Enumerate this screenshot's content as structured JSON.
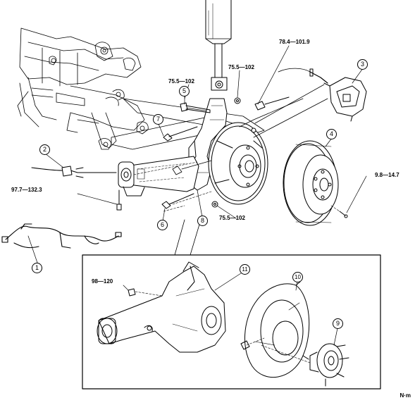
{
  "torques": {
    "t_78_4": "78.4—101.9",
    "t_75_5_a": "75.5—102",
    "t_75_5_b": "75.5—102",
    "t_75_5_c": "75.5—102",
    "t_9_8": "9.8—14.7",
    "t_97_7": "97.7—132.3",
    "t_98": "98—120"
  },
  "callouts": {
    "c1": "1",
    "c2": "2",
    "c3": "3",
    "c4": "4",
    "c5": "5",
    "c6": "6",
    "c7": "7",
    "c8": "8",
    "c9": "9",
    "c10": "10",
    "c11": "11"
  },
  "unit": "N·m"
}
